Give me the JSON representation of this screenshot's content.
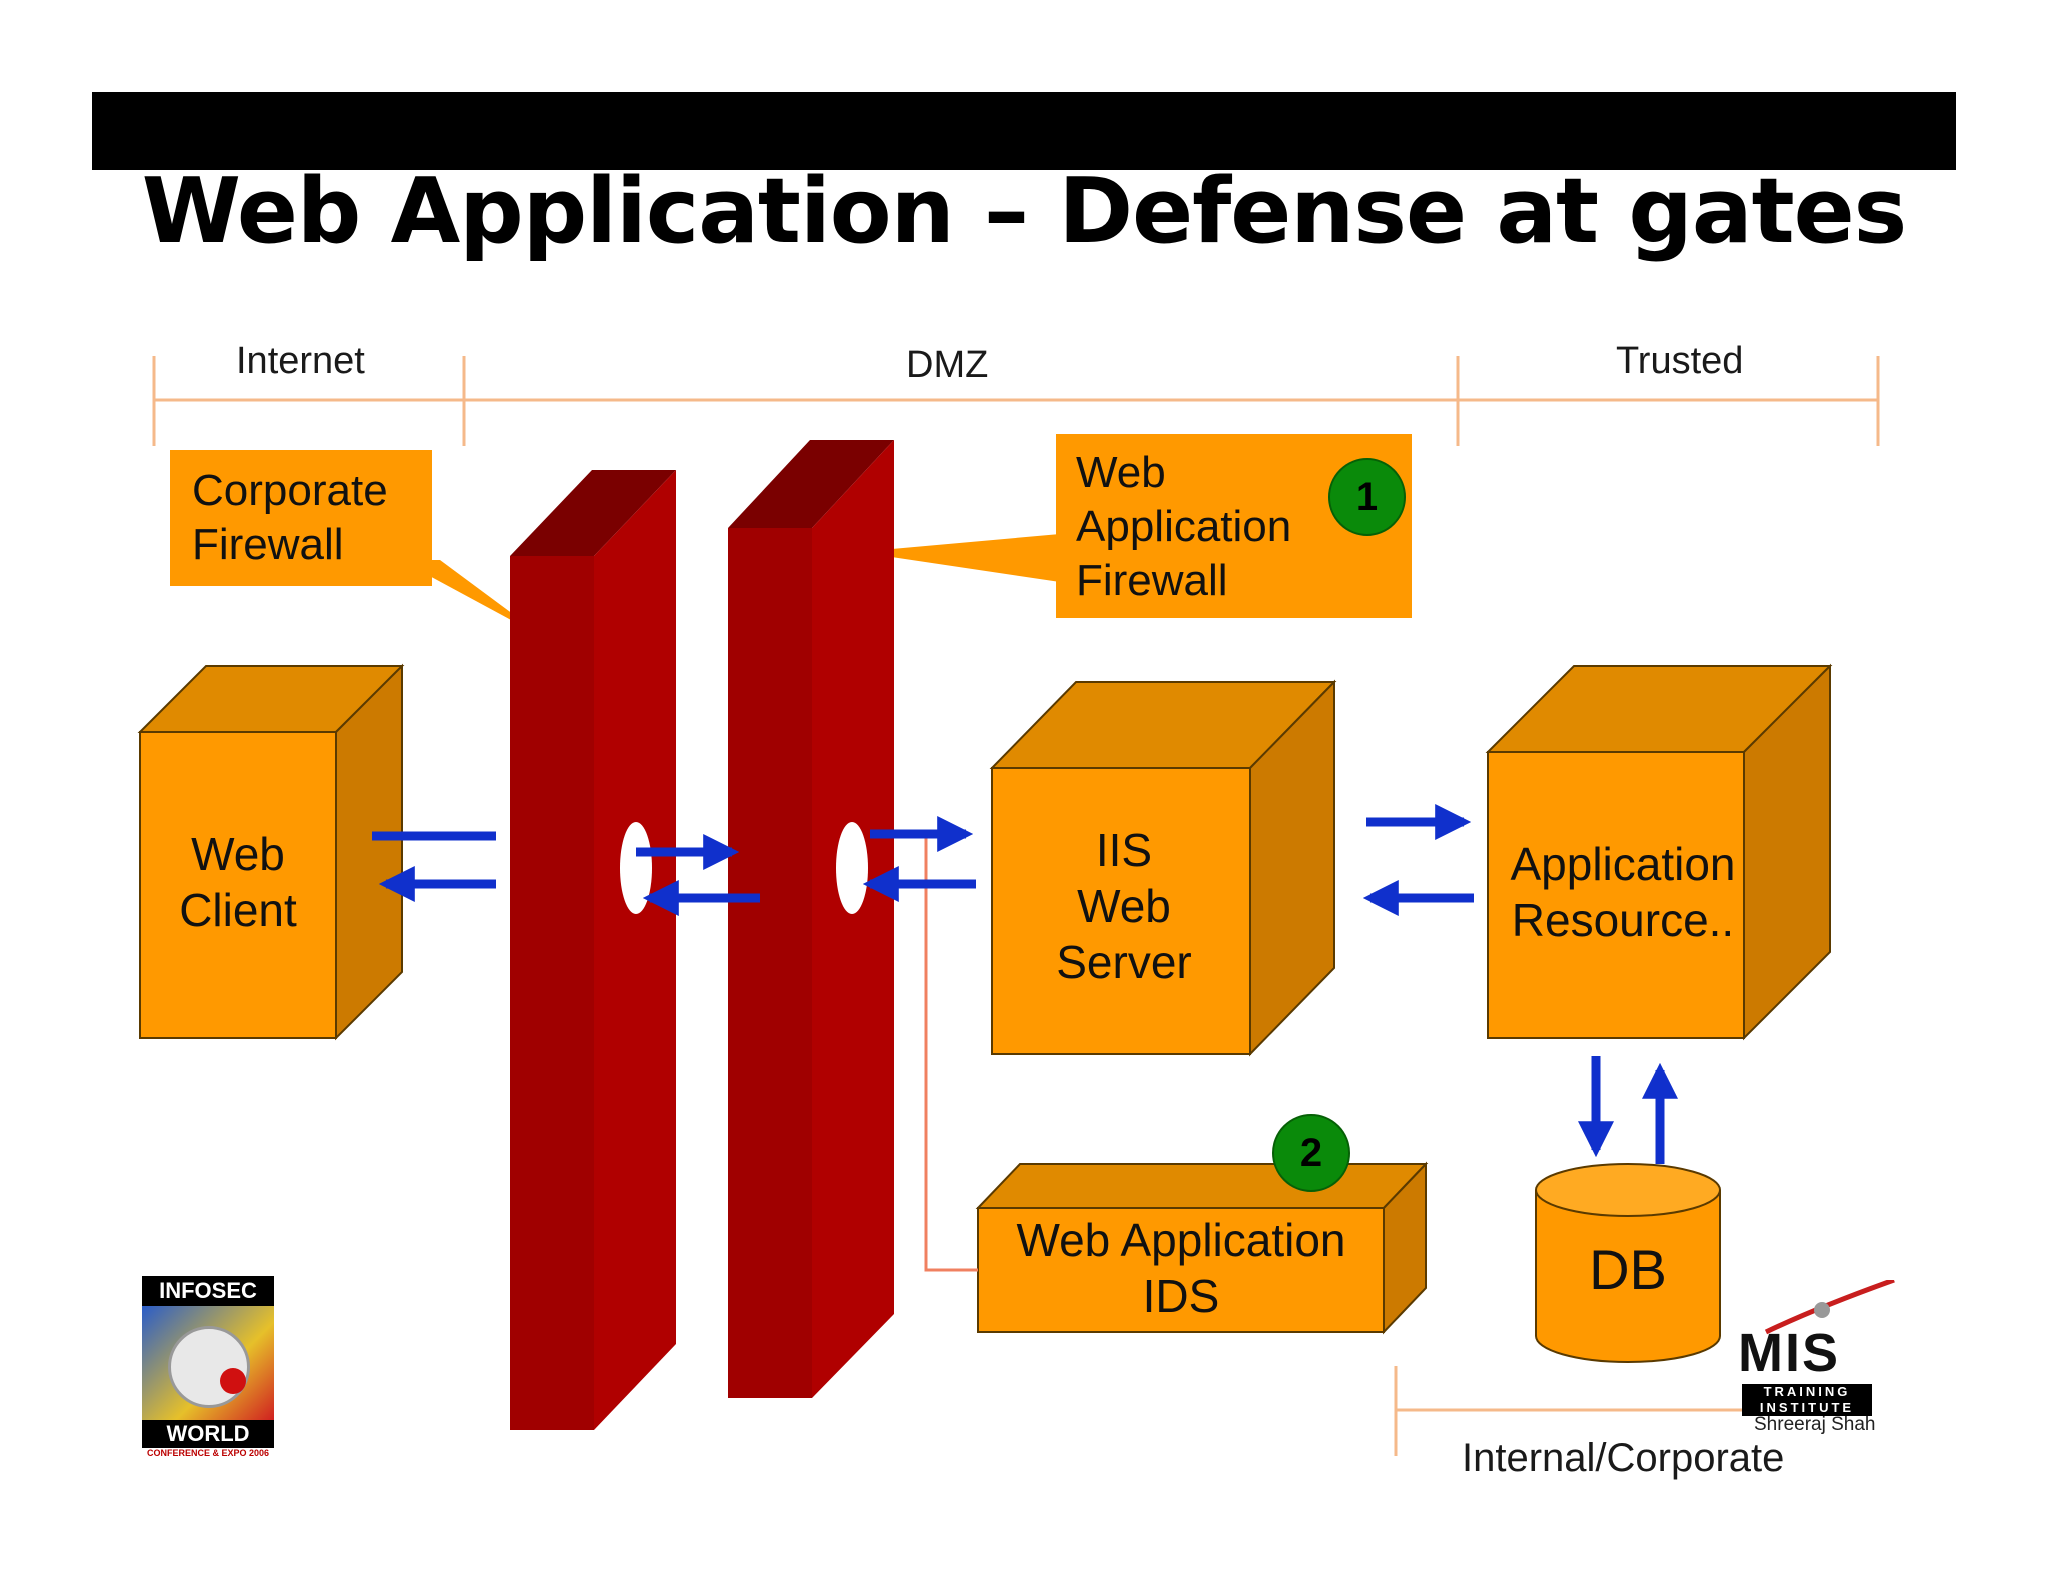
{
  "title": "Web Application – Defense at gates",
  "zones": {
    "internet": "Internet",
    "dmz": "DMZ",
    "trusted": "Trusted",
    "internal": "Internal/Corporate"
  },
  "callouts": {
    "corporate_firewall": [
      "Corporate",
      "Firewall"
    ],
    "waf": [
      "Web",
      "Application",
      "Firewall"
    ]
  },
  "badges": {
    "one": "1",
    "two": "2"
  },
  "nodes": {
    "web_client": [
      "Web",
      "Client"
    ],
    "iis": [
      "IIS",
      "Web",
      "Server"
    ],
    "app_resource": [
      "Application",
      "Resource.."
    ],
    "ids": [
      "Web Application",
      "IDS"
    ],
    "db": "DB"
  },
  "logos": {
    "infosec_top": "INFOSEC",
    "infosec_bottom": "WORLD",
    "infosec_sub": "CONFERENCE & EXPO 2006",
    "mis": "MIS",
    "mis_sub1": "TRAINING",
    "mis_sub2": "INSTITUTE",
    "author": "Shreeraj Shah"
  },
  "colors": {
    "orange": "#FF9900",
    "orange_dark": "#CC7A00",
    "firewall_red": "#B00000",
    "firewall_dark": "#7A0000",
    "arrow_blue": "#1030CC",
    "zone_line": "#F5B98A",
    "badge_green": "#0A8A0A"
  }
}
